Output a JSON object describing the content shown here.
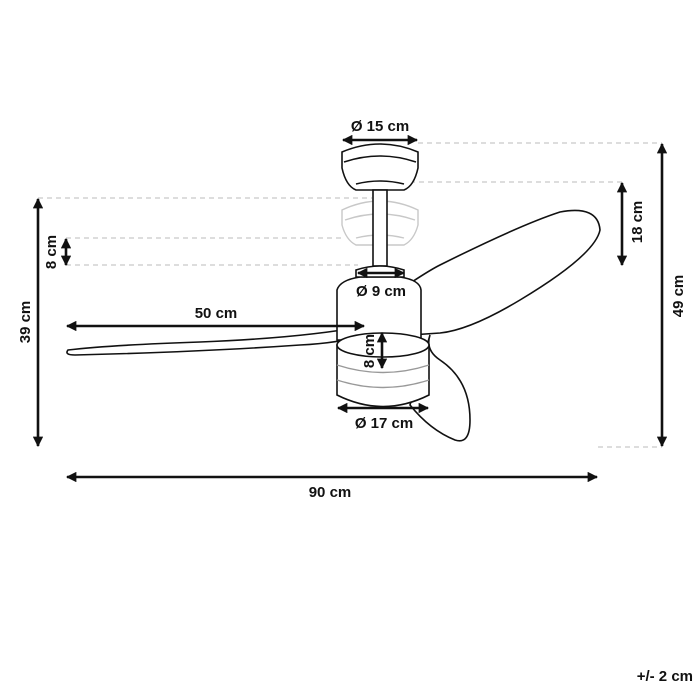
{
  "dimensions": {
    "canopy_diameter": "Ø 15 cm",
    "rod_diameter": "Ø 9 cm",
    "light_diameter": "Ø 17 cm",
    "light_height": "8 cm",
    "rod_adjust": "8 cm",
    "drop_height": "18 cm",
    "total_height": "49 cm",
    "min_height": "39 cm",
    "blade_length": "50 cm",
    "total_width": "90 cm"
  },
  "tolerance": "+/- 2 cm",
  "colors": {
    "line": "#111111",
    "guide": "#bbbbbb"
  }
}
